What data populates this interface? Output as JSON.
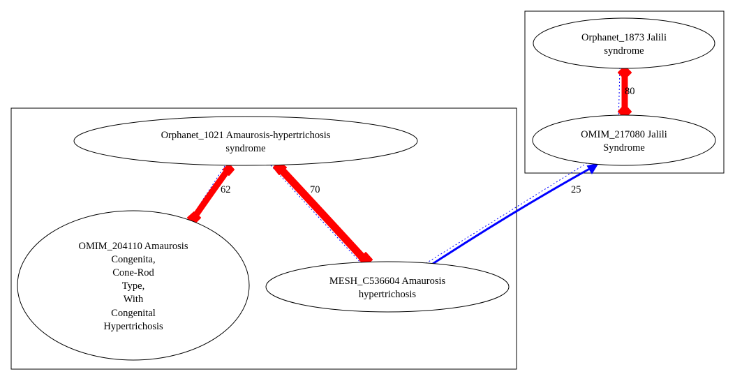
{
  "graph": {
    "clusters": [
      {
        "id": "cluster-left"
      },
      {
        "id": "cluster-right"
      }
    ],
    "nodes": [
      {
        "id": "orphanet_1021",
        "lines": [
          "Orphanet_1021 Amaurosis-hypertrichosis",
          "syndrome"
        ]
      },
      {
        "id": "omim_204110",
        "lines": [
          "OMIM_204110 Amaurosis",
          "Congenita,",
          "Cone-Rod",
          "Type,",
          "With",
          "Congenital",
          "Hypertrichosis"
        ]
      },
      {
        "id": "mesh_c536604",
        "lines": [
          "MESH_C536604 Amaurosis",
          "hypertrichosis"
        ]
      },
      {
        "id": "orphanet_1873",
        "lines": [
          "Orphanet_1873 Jalili",
          "syndrome"
        ]
      },
      {
        "id": "omim_217080",
        "lines": [
          "OMIM_217080 Jalili",
          "Syndrome"
        ]
      }
    ],
    "edges": [
      {
        "from": "orphanet_1021",
        "to": "omim_204110",
        "label": "62",
        "color": "#ff0000",
        "style": "thick-bidirectional"
      },
      {
        "from": "orphanet_1021",
        "to": "mesh_c536604",
        "label": "70",
        "color": "#ff0000",
        "style": "thick-bidirectional"
      },
      {
        "from": "orphanet_1873",
        "to": "omim_217080",
        "label": "80",
        "color": "#ff0000",
        "style": "thick-bidirectional"
      },
      {
        "from": "mesh_c536604",
        "to": "omim_217080",
        "label": "25",
        "color": "#0000ff",
        "style": "arrow"
      }
    ],
    "colors": {
      "strong_edge": "#ff0000",
      "weak_edge": "#0000ff",
      "dotted_edge": "#0000ff",
      "outline": "#000000"
    }
  }
}
